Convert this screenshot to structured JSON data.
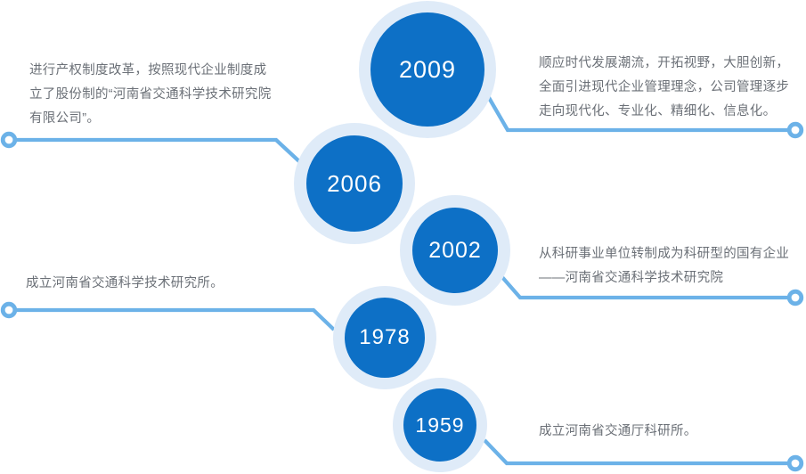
{
  "palette": {
    "circle_fill": "#0d70c6",
    "circle_ring": "#dfebf8",
    "connector_line": "#6cb2e8",
    "description_text": "#6b7077",
    "year_text": "#ffffff"
  },
  "timeline": {
    "events": [
      {
        "year": "2009",
        "side": "right",
        "description": "顺应时代发展潮流，开拓视野，大胆创新，全面引进现代企业管理理念，公司管理逐步走向现代化、专业化、精细化、信息化。"
      },
      {
        "year": "2006",
        "side": "left",
        "description": "进行产权制度改革，按照现代企业制度成立了股份制的“河南省交通科学技术研究院有限公司”。"
      },
      {
        "year": "2002",
        "side": "right",
        "description": "从科研事业单位转制成为科研型的国有企业——河南省交通科学技术研究院"
      },
      {
        "year": "1978",
        "side": "left",
        "description": "成立河南省交通科学技术研究所。"
      },
      {
        "year": "1959",
        "side": "right",
        "description": "成立河南省交通厅科研所。"
      }
    ]
  }
}
